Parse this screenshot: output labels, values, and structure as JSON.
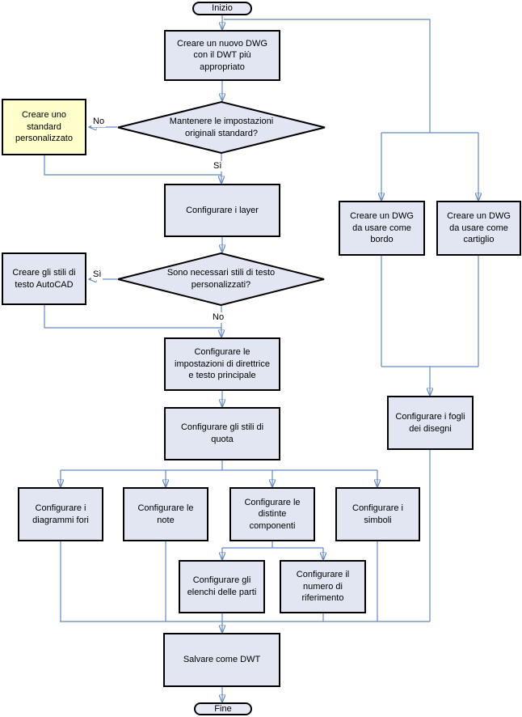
{
  "diagram": {
    "description": "Flowchart (Italian) for creating a drawing template workflow",
    "colors": {
      "process_fill": "#e1e6f2",
      "highlight_fill": "#ffffcc",
      "terminator_fill": "#e7eaf4",
      "shape_border": "#000000",
      "connector_line": "#6289c5",
      "arrowhead": "#3a64b5"
    },
    "nodes": {
      "start": {
        "type": "terminator",
        "label": "Inizio"
      },
      "new_dwg": {
        "type": "process",
        "label": "Creare un nuovo DWG\ncon il DWT più\nappropriato"
      },
      "keep_std": {
        "type": "decision",
        "label": "Mantenere le impostazioni\noriginali standard?"
      },
      "custom_std": {
        "type": "process-highlight",
        "label": "Creare uno\nstandard\npersonalizzato"
      },
      "layers": {
        "type": "process",
        "label": "Configurare i layer"
      },
      "need_styles": {
        "type": "decision",
        "label": "Sono necessari stili di testo\npersonalizzati?"
      },
      "text_styles": {
        "type": "process",
        "label": "Creare gli stili di\ntesto AutoCAD"
      },
      "leader": {
        "type": "process",
        "label": "Configurare le\nimpostazioni di direttrice\ne testo principale"
      },
      "dim_styles": {
        "type": "process",
        "label": "Configurare gli stili di\nquota"
      },
      "hole_charts": {
        "type": "process",
        "label": "Configurare i\ndiagrammi fori"
      },
      "notes": {
        "type": "process",
        "label": "Configurare le\nnote"
      },
      "parts": {
        "type": "process",
        "label": "Configurare le\ndistinte\ncomponenti"
      },
      "symbols": {
        "type": "process",
        "label": "Configurare i\nsimboli"
      },
      "parts_lists": {
        "type": "process",
        "label": "Configurare gli\nelenchi delle parti"
      },
      "ref_numbers": {
        "type": "process",
        "label": "Configurare il\nnumero di\nriferimento"
      },
      "border_dwg": {
        "type": "process",
        "label": "Creare un DWG\nda usare come\nbordo"
      },
      "title_dwg": {
        "type": "process",
        "label": "Creare un DWG\nda usare come\ncartiglio"
      },
      "sheets": {
        "type": "process",
        "label": "Configurare i fogli\ndei disegni"
      },
      "save": {
        "type": "process",
        "label": "Salvare come DWT"
      },
      "end": {
        "type": "terminator",
        "label": "Fine"
      }
    },
    "edge_labels": {
      "no1": "No",
      "si1": "Sì",
      "si2": "Sì",
      "no2": "No"
    }
  }
}
